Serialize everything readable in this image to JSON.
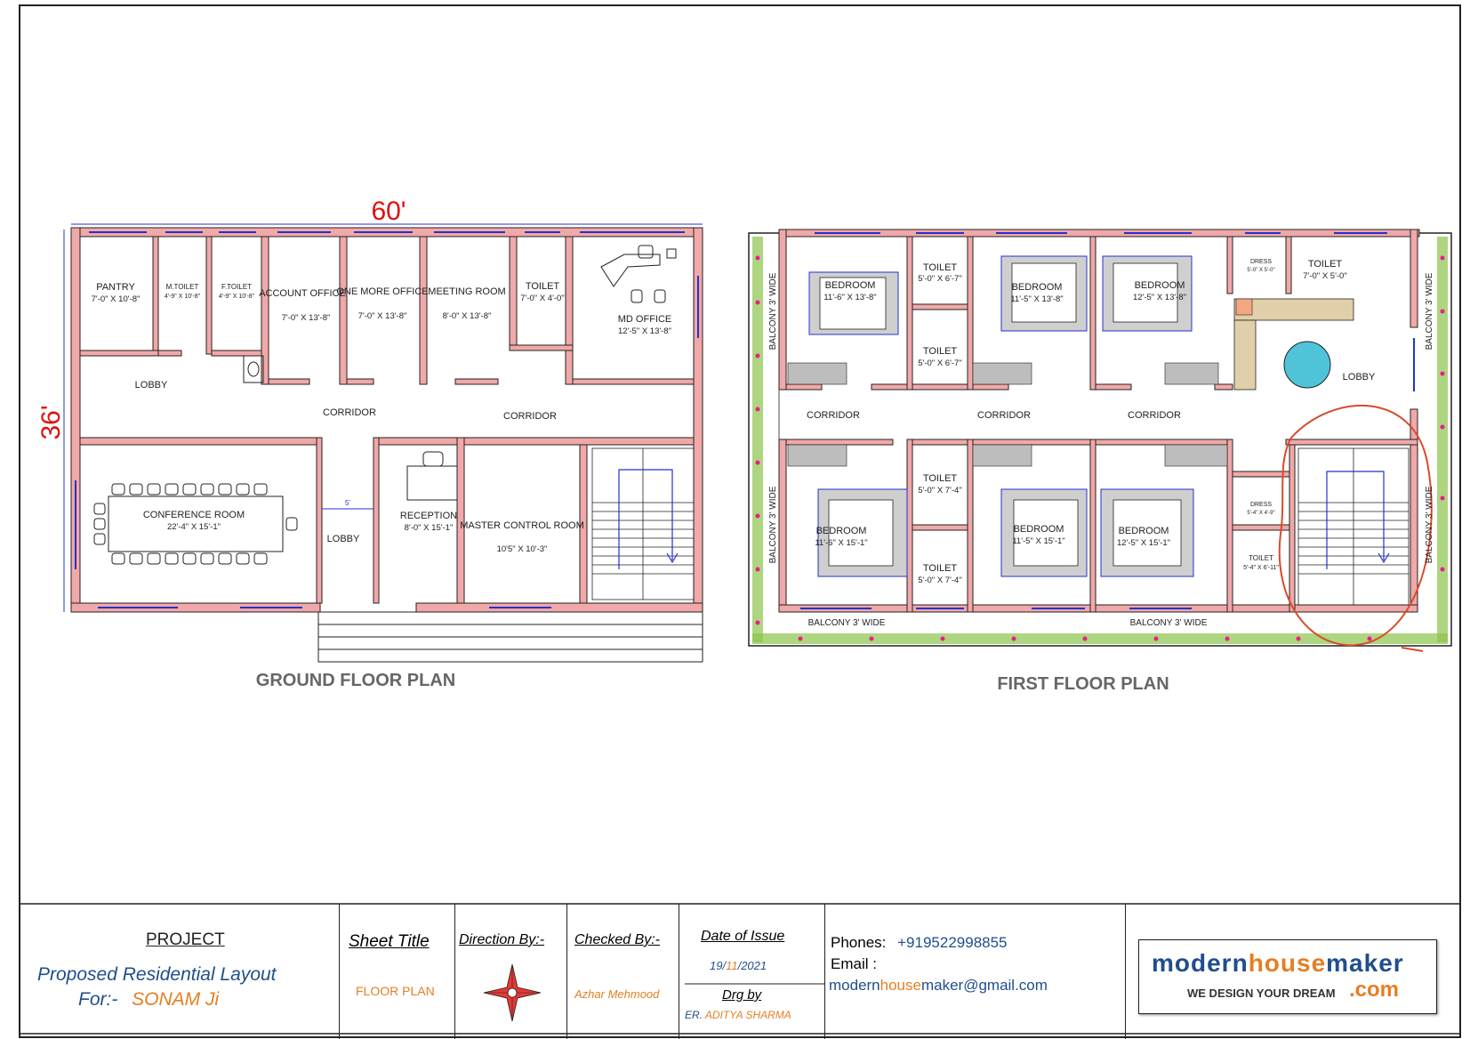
{
  "dimensions": {
    "width_label": "60'",
    "depth_label": "36'"
  },
  "ground_floor": {
    "title": "GROUND FLOOR PLAN",
    "rooms": [
      {
        "id": "pantry",
        "name": "PANTRY",
        "size": "7'-0\" X 10'-8\""
      },
      {
        "id": "mtoilet",
        "name": "M.TOILET",
        "size": "4'-9\" X 10'-8\""
      },
      {
        "id": "ftoilet",
        "name": "F.TOILET",
        "size": "4'-9\" X 10'-8\""
      },
      {
        "id": "account",
        "name": "ACCOUNT OFFICE",
        "size": "7'-0\" X 13'-8\""
      },
      {
        "id": "onemore",
        "name": "ONE MORE OFFICE",
        "size": "7'-0\" X 13'-8\""
      },
      {
        "id": "meeting",
        "name": "MEETING ROOM",
        "size": "8'-0\" X 13'-8\""
      },
      {
        "id": "toilet",
        "name": "TOILET",
        "size": "7'-0\" X 4'-0\""
      },
      {
        "id": "md",
        "name": "MD OFFICE",
        "size": "12'-5\" X 13'-8\""
      },
      {
        "id": "conference",
        "name": "CONFERENCE ROOM",
        "size": "22'-4\" X 15'-1\""
      },
      {
        "id": "reception",
        "name": "RECEPTION",
        "size": "8'-0\" X 15'-1\""
      },
      {
        "id": "master",
        "name": "MASTER CONTROL ROOM",
        "size": "10'5\" X 10'-3\""
      }
    ],
    "labels": {
      "lobby_top": "LOBBY",
      "lobby_mid": "LOBBY",
      "corridor_1": "CORRIDOR",
      "corridor_2": "CORRIDOR",
      "gap_dim": "5'"
    }
  },
  "first_floor": {
    "title": "FIRST FLOOR PLAN",
    "rooms": [
      {
        "id": "bed1",
        "name": "BEDROOM",
        "size": "11'-6\" X 13'-8\""
      },
      {
        "id": "t1",
        "name": "TOILET",
        "size": "5'-0\" X 6'-7\""
      },
      {
        "id": "t2",
        "name": "TOILET",
        "size": "5'-0\" X 6'-7\""
      },
      {
        "id": "bed2",
        "name": "BEDROOM",
        "size": "11'-5\" X 13'-8\""
      },
      {
        "id": "bed3",
        "name": "BEDROOM",
        "size": "12'-5\" X 13'-8\""
      },
      {
        "id": "dress1",
        "name": "DRESS",
        "size": "5'-0\" X 5'-0\""
      },
      {
        "id": "t3",
        "name": "TOILET",
        "size": "7'-0\" X 5'-0\""
      },
      {
        "id": "bed4",
        "name": "BEDROOM",
        "size": "11'-6\" X 15'-1\""
      },
      {
        "id": "t4",
        "name": "TOILET",
        "size": "5'-0\" X 7'-4\""
      },
      {
        "id": "t5",
        "name": "TOILET",
        "size": "5'-0\" X 7'-4\""
      },
      {
        "id": "bed5",
        "name": "BEDROOM",
        "size": "11'-5\" X 15'-1\""
      },
      {
        "id": "bed6",
        "name": "BEDROOM",
        "size": "12'-5\" X 15'-1\""
      },
      {
        "id": "dress2",
        "name": "DRESS",
        "size": "5'-4\" X 4'-9\""
      },
      {
        "id": "t6",
        "name": "TOILET",
        "size": "5'-4\" X 6'-11\""
      }
    ],
    "labels": {
      "corridor_1": "CORRIDOR",
      "corridor_2": "CORRIDOR",
      "corridor_3": "CORRIDOR",
      "lobby": "LOBBY",
      "balcony": "BALCONY 3' WIDE"
    }
  },
  "title_block": {
    "project_heading": "PROJECT",
    "project_line1": "Proposed Residential Layout",
    "project_line2_prefix": "For:-",
    "client": "SONAM Ji",
    "sheet_title_heading": "Sheet Title",
    "sheet_title": "FLOOR PLAN",
    "direction_heading": "Direction By:-",
    "checked_heading": "Checked By:-",
    "checked_by": "Azhar Mehmood",
    "date_heading": "Date of Issue",
    "date_day": "19/",
    "date_month": "11",
    "date_year": "/2021",
    "drawn_heading": "Drg by",
    "drawn_prefix": "ER.",
    "drawn_by": "ADITYA SHARMA",
    "phones_label": "Phones:",
    "phone": "+919522998855",
    "email_label": "Email :",
    "email_a": "modern",
    "email_b": "house",
    "email_c": "maker",
    "email_d": "@gmail.com",
    "logo_a": "modern",
    "logo_b": "house",
    "logo_c": "maker",
    "tagline": "WE DESIGN YOUR DREAM",
    "tld": ".com"
  },
  "colors": {
    "wall": "#f1a8a8",
    "line": "#222222",
    "window": "#2233cc",
    "accent": "#e67e22",
    "blue_text": "#1f4e8c",
    "red_dim": "#e01010",
    "markup": "#d94a2a"
  }
}
